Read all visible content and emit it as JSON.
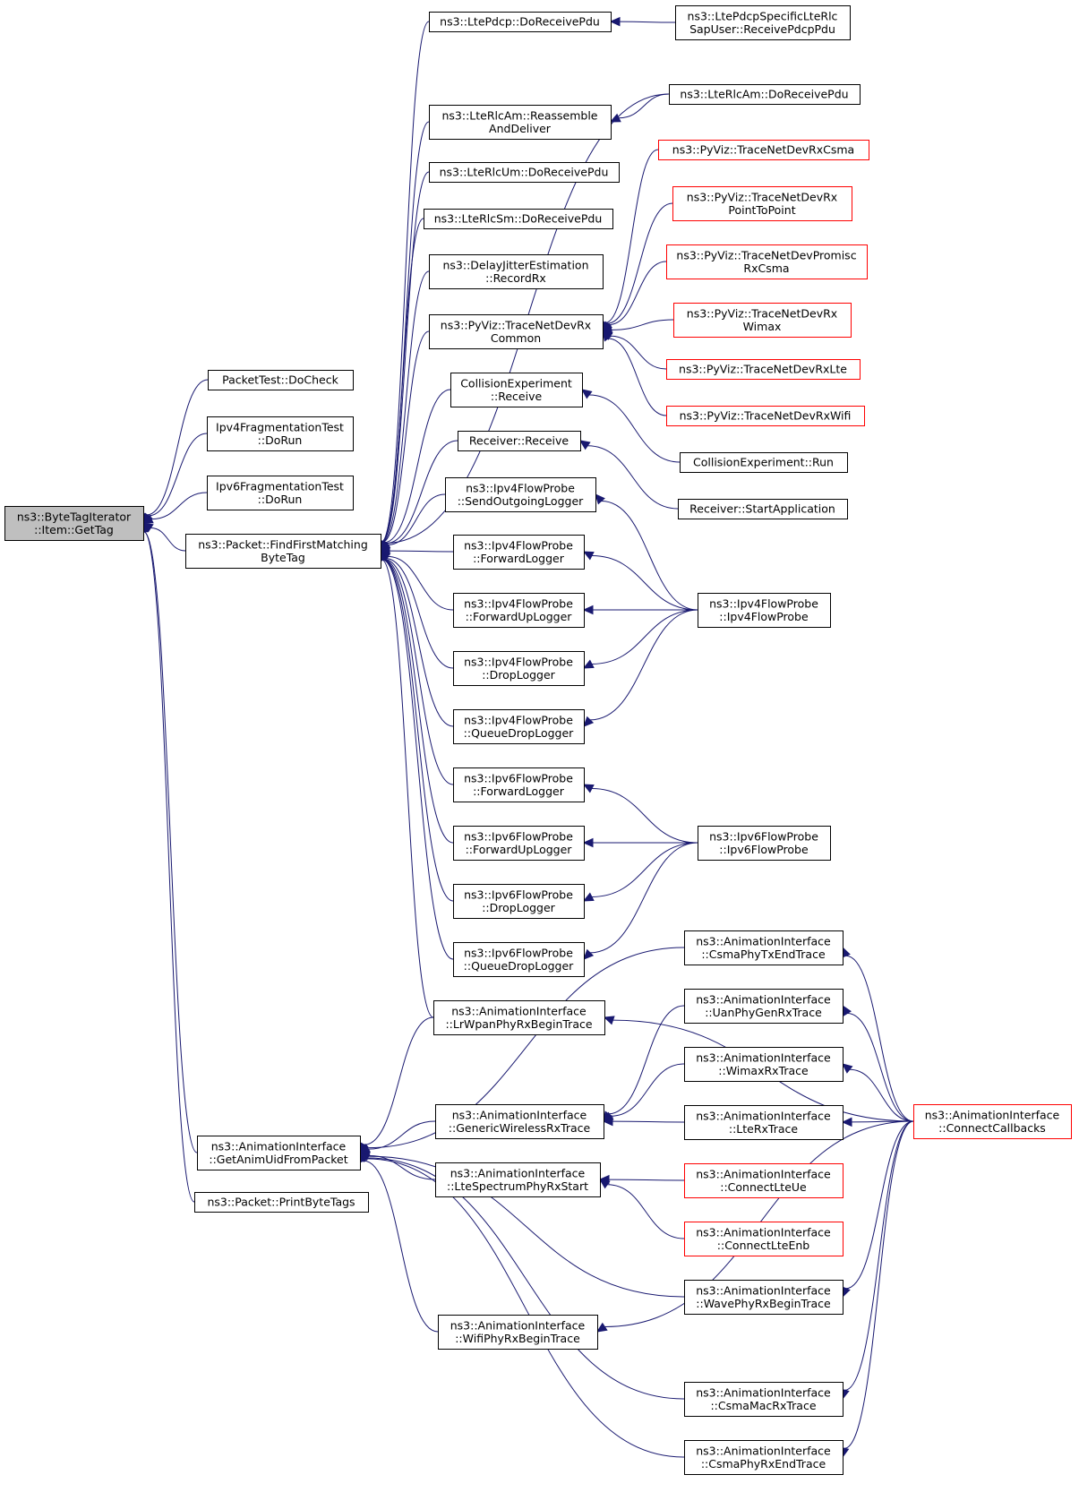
{
  "diagram": {
    "edge_color": "#191970",
    "focus_fill": "#bfbfbf",
    "highlight_border": "#ff0000",
    "nodes": [
      {
        "id": "gettag",
        "lines": [
          "ns3::ByteTagIterator",
          "::Item::GetTag"
        ],
        "focus": true
      },
      {
        "id": "packettest",
        "lines": [
          "PacketTest::DoCheck"
        ]
      },
      {
        "id": "ipv4frag",
        "lines": [
          "Ipv4FragmentationTest",
          "::DoRun"
        ]
      },
      {
        "id": "ipv6frag",
        "lines": [
          "Ipv6FragmentationTest",
          "::DoRun"
        ]
      },
      {
        "id": "findfirst",
        "lines": [
          "ns3::Packet::FindFirstMatching",
          "ByteTag"
        ]
      },
      {
        "id": "getanimuid",
        "lines": [
          "ns3::AnimationInterface",
          "::GetAnimUidFromPacket"
        ]
      },
      {
        "id": "printbytetags",
        "lines": [
          "ns3::Packet::PrintByteTags"
        ]
      },
      {
        "id": "ltepdcp",
        "lines": [
          "ns3::LtePdcp::DoReceivePdu"
        ]
      },
      {
        "id": "rlcamreass",
        "lines": [
          "ns3::LteRlcAm::Reassemble",
          "AndDeliver"
        ]
      },
      {
        "id": "rlcum",
        "lines": [
          "ns3::LteRlcUm::DoReceivePdu"
        ]
      },
      {
        "id": "rlcsm",
        "lines": [
          "ns3::LteRlcSm::DoReceivePdu"
        ]
      },
      {
        "id": "delayjitter",
        "lines": [
          "ns3::DelayJitterEstimation",
          "::RecordRx"
        ]
      },
      {
        "id": "tracerxcommon",
        "lines": [
          "ns3::PyViz::TraceNetDevRx",
          "Common"
        ]
      },
      {
        "id": "collrecv",
        "lines": [
          "CollisionExperiment",
          "::Receive"
        ]
      },
      {
        "id": "recvrecv",
        "lines": [
          "Receiver::Receive"
        ]
      },
      {
        "id": "ip4send",
        "lines": [
          "ns3::Ipv4FlowProbe",
          "::SendOutgoingLogger"
        ]
      },
      {
        "id": "ip4fwd",
        "lines": [
          "ns3::Ipv4FlowProbe",
          "::ForwardLogger"
        ]
      },
      {
        "id": "ip4fwdup",
        "lines": [
          "ns3::Ipv4FlowProbe",
          "::ForwardUpLogger"
        ]
      },
      {
        "id": "ip4drop",
        "lines": [
          "ns3::Ipv4FlowProbe",
          "::DropLogger"
        ]
      },
      {
        "id": "ip4qdrop",
        "lines": [
          "ns3::Ipv4FlowProbe",
          "::QueueDropLogger"
        ]
      },
      {
        "id": "ip6fwd",
        "lines": [
          "ns3::Ipv6FlowProbe",
          "::ForwardLogger"
        ]
      },
      {
        "id": "ip6fwdup",
        "lines": [
          "ns3::Ipv6FlowProbe",
          "::ForwardUpLogger"
        ]
      },
      {
        "id": "ip6drop",
        "lines": [
          "ns3::Ipv6FlowProbe",
          "::DropLogger"
        ]
      },
      {
        "id": "ip6qdrop",
        "lines": [
          "ns3::Ipv6FlowProbe",
          "::QueueDropLogger"
        ]
      },
      {
        "id": "lrwpan",
        "lines": [
          "ns3::AnimationInterface",
          "::LrWpanPhyRxBeginTrace"
        ]
      },
      {
        "id": "genwireless",
        "lines": [
          "ns3::AnimationInterface",
          "::GenericWirelessRxTrace"
        ]
      },
      {
        "id": "ltespectrum",
        "lines": [
          "ns3::AnimationInterface",
          "::LteSpectrumPhyRxStart"
        ]
      },
      {
        "id": "wifiphy",
        "lines": [
          "ns3::AnimationInterface",
          "::WifiPhyRxBeginTrace"
        ]
      },
      {
        "id": "pdcpsap",
        "lines": [
          "ns3::LtePdcpSpecificLteRlc",
          "SapUser::ReceivePdcpPdu"
        ]
      },
      {
        "id": "rlcamrecv",
        "lines": [
          "ns3::LteRlcAm::DoReceivePdu"
        ]
      },
      {
        "id": "pycsma",
        "lines": [
          "ns3::PyViz::TraceNetDevRxCsma"
        ],
        "red": true
      },
      {
        "id": "pyp2p",
        "lines": [
          "ns3::PyViz::TraceNetDevRx",
          "PointToPoint"
        ],
        "red": true
      },
      {
        "id": "pypromisc",
        "lines": [
          "ns3::PyViz::TraceNetDevPromisc",
          "RxCsma"
        ],
        "red": true
      },
      {
        "id": "pywimax",
        "lines": [
          "ns3::PyViz::TraceNetDevRx",
          "Wimax"
        ],
        "red": true
      },
      {
        "id": "pylte",
        "lines": [
          "ns3::PyViz::TraceNetDevRxLte"
        ],
        "red": true
      },
      {
        "id": "pywifi",
        "lines": [
          "ns3::PyViz::TraceNetDevRxWifi"
        ],
        "red": true
      },
      {
        "id": "collrun",
        "lines": [
          "CollisionExperiment::Run"
        ]
      },
      {
        "id": "recvstart",
        "lines": [
          "Receiver::StartApplication"
        ]
      },
      {
        "id": "ip4probe",
        "lines": [
          "ns3::Ipv4FlowProbe",
          "::Ipv4FlowProbe"
        ]
      },
      {
        "id": "ip6probe",
        "lines": [
          "ns3::Ipv6FlowProbe",
          "::Ipv6FlowProbe"
        ]
      },
      {
        "id": "csmatxend",
        "lines": [
          "ns3::AnimationInterface",
          "::CsmaPhyTxEndTrace"
        ]
      },
      {
        "id": "uanrx",
        "lines": [
          "ns3::AnimationInterface",
          "::UanPhyGenRxTrace"
        ]
      },
      {
        "id": "wimaxrx",
        "lines": [
          "ns3::AnimationInterface",
          "::WimaxRxTrace"
        ]
      },
      {
        "id": "lterx",
        "lines": [
          "ns3::AnimationInterface",
          "::LteRxTrace"
        ]
      },
      {
        "id": "connectue",
        "lines": [
          "ns3::AnimationInterface",
          "::ConnectLteUe"
        ],
        "red": true
      },
      {
        "id": "connectenb",
        "lines": [
          "ns3::AnimationInterface",
          "::ConnectLteEnb"
        ],
        "red": true
      },
      {
        "id": "wavephy",
        "lines": [
          "ns3::AnimationInterface",
          "::WavePhyRxBeginTrace"
        ]
      },
      {
        "id": "csmamacrx",
        "lines": [
          "ns3::AnimationInterface",
          "::CsmaMacRxTrace"
        ]
      },
      {
        "id": "csmaphyrxend",
        "lines": [
          "ns3::AnimationInterface",
          "::CsmaPhyRxEndTrace"
        ]
      },
      {
        "id": "connectcb",
        "lines": [
          "ns3::AnimationInterface",
          "::ConnectCallbacks"
        ],
        "red": true
      }
    ],
    "edges": [
      [
        "packettest",
        "gettag"
      ],
      [
        "ipv4frag",
        "gettag"
      ],
      [
        "ipv6frag",
        "gettag"
      ],
      [
        "findfirst",
        "gettag"
      ],
      [
        "getanimuid",
        "gettag"
      ],
      [
        "printbytetags",
        "gettag"
      ],
      [
        "ltepdcp",
        "findfirst"
      ],
      [
        "rlcamreass",
        "findfirst"
      ],
      [
        "rlcum",
        "findfirst"
      ],
      [
        "rlcsm",
        "findfirst"
      ],
      [
        "delayjitter",
        "findfirst"
      ],
      [
        "tracerxcommon",
        "findfirst"
      ],
      [
        "collrecv",
        "findfirst"
      ],
      [
        "recvrecv",
        "findfirst"
      ],
      [
        "ip4send",
        "findfirst"
      ],
      [
        "ip4fwd",
        "findfirst"
      ],
      [
        "ip4fwdup",
        "findfirst"
      ],
      [
        "ip4drop",
        "findfirst"
      ],
      [
        "ip4qdrop",
        "findfirst"
      ],
      [
        "ip6fwd",
        "findfirst"
      ],
      [
        "ip6fwdup",
        "findfirst"
      ],
      [
        "ip6drop",
        "findfirst"
      ],
      [
        "ip6qdrop",
        "findfirst"
      ],
      [
        "lrwpan",
        "findfirst"
      ],
      [
        "rlcamrecv",
        "findfirst"
      ],
      [
        "lrwpan",
        "getanimuid"
      ],
      [
        "genwireless",
        "getanimuid"
      ],
      [
        "ltespectrum",
        "getanimuid"
      ],
      [
        "wifiphy",
        "getanimuid"
      ],
      [
        "csmatxend",
        "getanimuid"
      ],
      [
        "wavephy",
        "getanimuid"
      ],
      [
        "csmamacrx",
        "getanimuid"
      ],
      [
        "csmaphyrxend",
        "getanimuid"
      ],
      [
        "pdcpsap",
        "ltepdcp"
      ],
      [
        "rlcamrecv",
        "rlcamreass"
      ],
      [
        "pycsma",
        "tracerxcommon"
      ],
      [
        "pyp2p",
        "tracerxcommon"
      ],
      [
        "pypromisc",
        "tracerxcommon"
      ],
      [
        "pywimax",
        "tracerxcommon"
      ],
      [
        "pylte",
        "tracerxcommon"
      ],
      [
        "pywifi",
        "tracerxcommon"
      ],
      [
        "collrun",
        "collrecv"
      ],
      [
        "recvstart",
        "recvrecv"
      ],
      [
        "ip4probe",
        "ip4send"
      ],
      [
        "ip4probe",
        "ip4fwd"
      ],
      [
        "ip4probe",
        "ip4fwdup"
      ],
      [
        "ip4probe",
        "ip4drop"
      ],
      [
        "ip4probe",
        "ip4qdrop"
      ],
      [
        "ip6probe",
        "ip6fwd"
      ],
      [
        "ip6probe",
        "ip6fwdup"
      ],
      [
        "ip6probe",
        "ip6drop"
      ],
      [
        "ip6probe",
        "ip6qdrop"
      ],
      [
        "uanrx",
        "genwireless"
      ],
      [
        "wimaxrx",
        "genwireless"
      ],
      [
        "lterx",
        "genwireless"
      ],
      [
        "connectue",
        "ltespectrum"
      ],
      [
        "connectenb",
        "ltespectrum"
      ],
      [
        "connectcb",
        "lrwpan"
      ],
      [
        "connectcb",
        "csmatxend"
      ],
      [
        "connectcb",
        "uanrx"
      ],
      [
        "connectcb",
        "wimaxrx"
      ],
      [
        "connectcb",
        "lterx"
      ],
      [
        "connectcb",
        "wavephy"
      ],
      [
        "connectcb",
        "wifiphy"
      ],
      [
        "connectcb",
        "csmamacrx"
      ],
      [
        "connectcb",
        "csmaphyrxend"
      ]
    ]
  }
}
